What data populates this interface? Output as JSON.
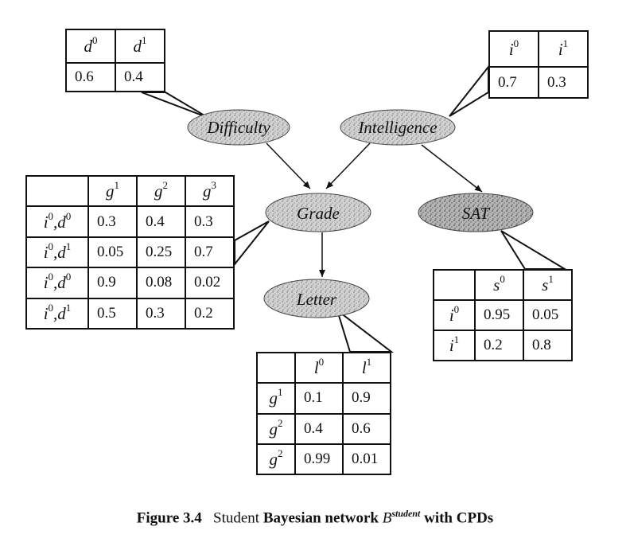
{
  "nodes": {
    "difficulty": "Difficulty",
    "intelligence": "Intelligence",
    "grade": "Grade",
    "sat": "SAT",
    "letter": "Letter"
  },
  "cpd_difficulty": {
    "cols": [
      {
        "base": "d",
        "sup": "0"
      },
      {
        "base": "d",
        "sup": "1"
      }
    ],
    "values": [
      "0.6",
      "0.4"
    ]
  },
  "cpd_intelligence": {
    "cols": [
      {
        "base": "i",
        "sup": "0"
      },
      {
        "base": "i",
        "sup": "1"
      }
    ],
    "values": [
      "0.7",
      "0.3"
    ]
  },
  "cpd_grade": {
    "cols": [
      {
        "base": "g",
        "sup": "1"
      },
      {
        "base": "g",
        "sup": "2"
      },
      {
        "base": "g",
        "sup": "3"
      }
    ],
    "rows": [
      {
        "label": [
          {
            "base": "i",
            "sup": "0"
          },
          {
            "base": "d",
            "sup": "0"
          }
        ],
        "values": [
          "0.3",
          "0.4",
          "0.3"
        ]
      },
      {
        "label": [
          {
            "base": "i",
            "sup": "0"
          },
          {
            "base": "d",
            "sup": "1"
          }
        ],
        "values": [
          "0.05",
          "0.25",
          "0.7"
        ]
      },
      {
        "label": [
          {
            "base": "i",
            "sup": "0"
          },
          {
            "base": "d",
            "sup": "0"
          }
        ],
        "values": [
          "0.9",
          "0.08",
          "0.02"
        ]
      },
      {
        "label": [
          {
            "base": "i",
            "sup": "0"
          },
          {
            "base": "d",
            "sup": "1"
          }
        ],
        "values": [
          "0.5",
          "0.3",
          "0.2"
        ]
      }
    ]
  },
  "cpd_sat": {
    "cols": [
      {
        "base": "s",
        "sup": "0"
      },
      {
        "base": "s",
        "sup": "1"
      }
    ],
    "rows": [
      {
        "label": [
          {
            "base": "i",
            "sup": "0"
          }
        ],
        "values": [
          "0.95",
          "0.05"
        ]
      },
      {
        "label": [
          {
            "base": "i",
            "sup": "1"
          }
        ],
        "values": [
          "0.2",
          "0.8"
        ]
      }
    ]
  },
  "cpd_letter": {
    "cols": [
      {
        "base": "l",
        "sup": "0"
      },
      {
        "base": "l",
        "sup": "1"
      }
    ],
    "rows": [
      {
        "label": [
          {
            "base": "g",
            "sup": "1"
          }
        ],
        "values": [
          "0.1",
          "0.9"
        ]
      },
      {
        "label": [
          {
            "base": "g",
            "sup": "2"
          }
        ],
        "values": [
          "0.4",
          "0.6"
        ]
      },
      {
        "label": [
          {
            "base": "g",
            "sup": "2"
          }
        ],
        "values": [
          "0.99",
          "0.01"
        ]
      }
    ]
  },
  "caption": {
    "figure": "Figure 3.4",
    "w1": "Student",
    "w2": "Bayesian network",
    "sym": "B",
    "sym_sup": "student",
    "w3": "with CPDs"
  }
}
